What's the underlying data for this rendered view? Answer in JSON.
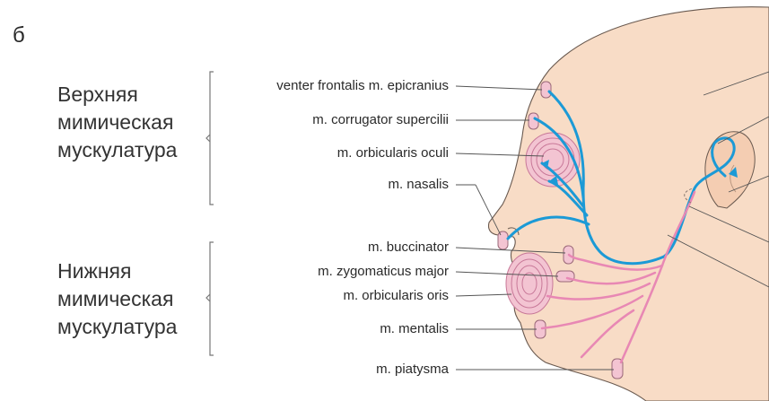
{
  "figure_label": "б",
  "groups": {
    "upper": {
      "lines": [
        "Верхняя",
        "мимическая",
        "мускулатура"
      ]
    },
    "lower": {
      "lines": [
        "Нижняя",
        "мимическая",
        "мускулатура"
      ]
    }
  },
  "muscles": {
    "upper": [
      "venter frontalis m. epicranius",
      "m. corrugator supercilii",
      "m. orbicularis oculi",
      "m. nasalis"
    ],
    "lower": [
      "m. buccinator",
      "m. zygomaticus major",
      "m. orbicularis oris",
      "m. mentalis",
      "m. piatysma"
    ]
  },
  "colors": {
    "skin": "#f8dcc6",
    "upper_nerve": "#1c9ad6",
    "lower_nerve": "#e888b4",
    "muscle": "#e8b4c8",
    "outline": "#4a4a4a",
    "leader": "#555555"
  }
}
